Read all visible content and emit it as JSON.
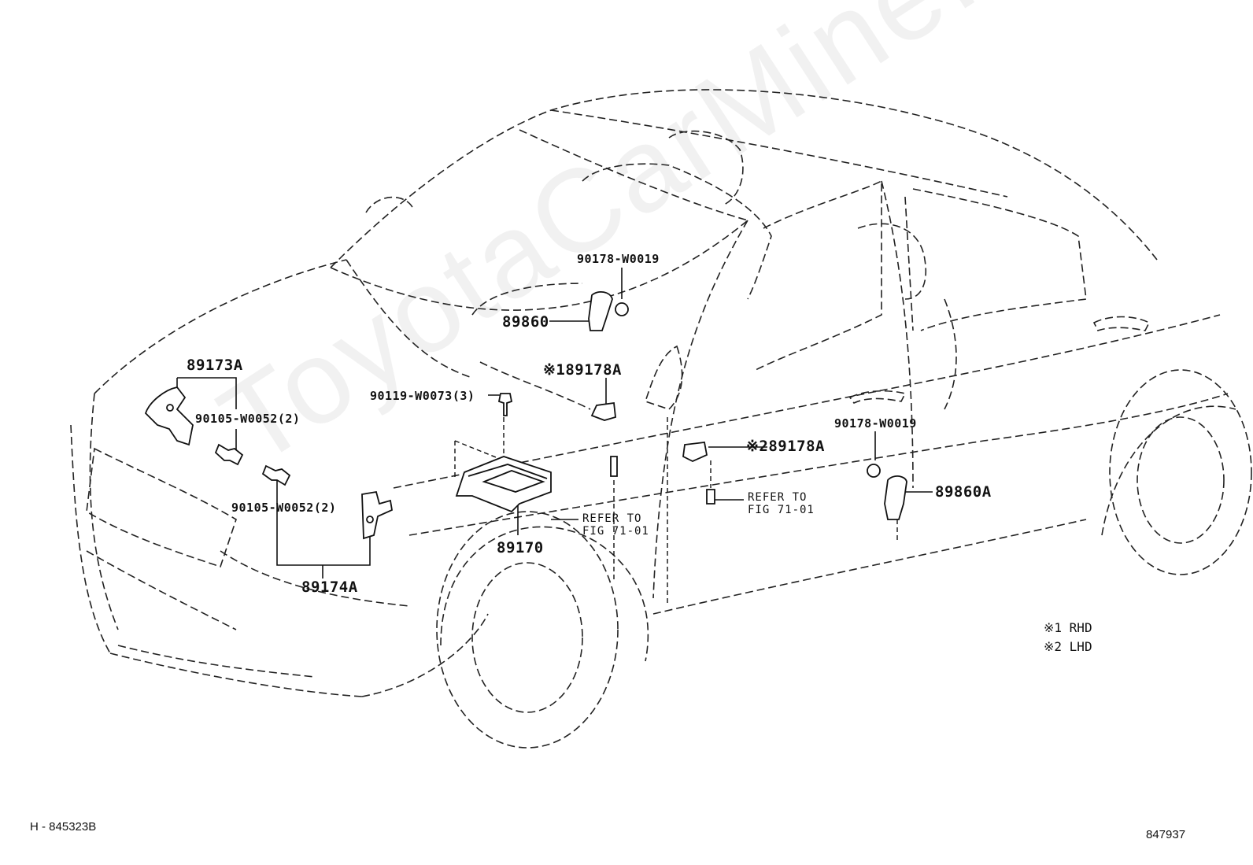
{
  "parts": {
    "p89173A": "89173A",
    "p90105_upper": "90105-W0052(2)",
    "p90105_lower": "90105-W0052(2)",
    "p89174A": "89174A",
    "p90178_top": "90178-W0019",
    "p89860": "89860",
    "p89178A_rhd": "※189178A",
    "p90119": "90119-W0073(3)",
    "p89170": "89170",
    "p89178A_lhd": "※289178A",
    "p90178_right": "90178-W0019",
    "p89860A": "89860A"
  },
  "refs": {
    "ref_left_line1": "REFER TO",
    "ref_left_line2": "FIG 71-01",
    "ref_right_line1": "REFER TO",
    "ref_right_line2": "FIG 71-01"
  },
  "legend": {
    "rhd": "※1 RHD",
    "lhd": "※2 LHD"
  },
  "footer": {
    "left_code": "H - 845323B",
    "right_code": "847937"
  },
  "watermark": "ToyotaCarMine.ru"
}
